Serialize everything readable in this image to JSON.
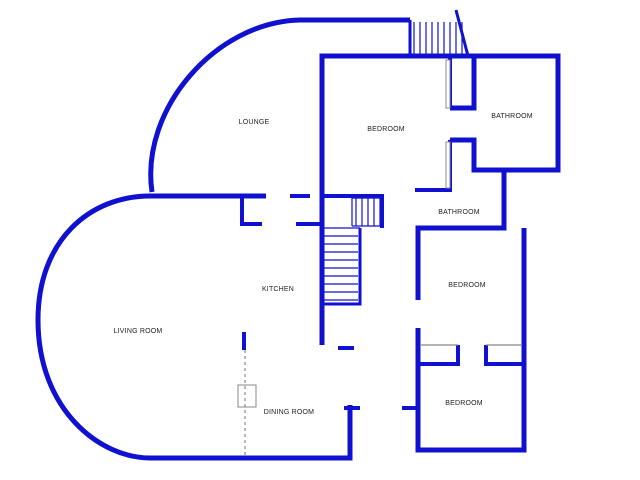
{
  "colors": {
    "wall": "#1010d0",
    "fixture": "#888888",
    "label": "#222222",
    "background": "#ffffff"
  },
  "rooms": {
    "lounge": "LOUNGE",
    "bedroom_upper": "BEDROOM",
    "bathroom_upper": "BATHROOM",
    "bathroom_middle": "BATHROOM",
    "kitchen": "KITCHEN",
    "living_room": "LIVING ROOM",
    "bedroom_middle": "BEDROOM",
    "dining_room": "DINING ROOM",
    "bedroom_lower": "BEDROOM"
  }
}
